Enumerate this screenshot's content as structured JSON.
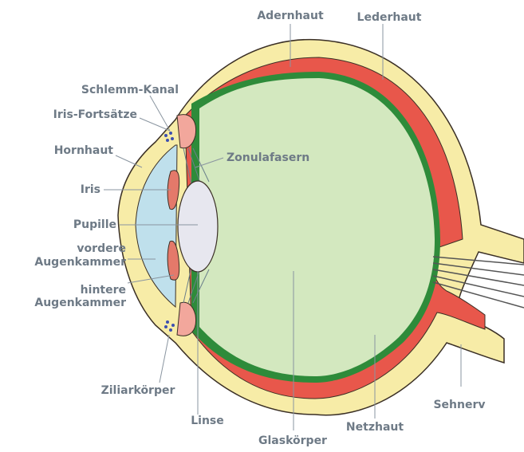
{
  "labels": {
    "adernhaut": "Adernhaut",
    "lederhaut": "Lederhaut",
    "schlemm_kanal": "Schlemm-Kanal",
    "iris_fortsaetze": "Iris-Fortsätze",
    "hornhaut": "Hornhaut",
    "zonulafasern": "Zonulafasern",
    "iris": "Iris",
    "pupille": "Pupille",
    "vordere_line1": "vordere",
    "vordere_line2": "Augenkammer",
    "hintere_line1": "hintere",
    "hintere_line2": "Augenkammer",
    "ziliarkoerper": "Ziliarkörper",
    "sehnerv": "Sehnerv",
    "linse": "Linse",
    "netzhaut": "Netzhaut",
    "glaskoerper": "Glaskörper"
  },
  "colors": {
    "sclera": "#f7eca7",
    "choroid": "#e8574b",
    "retina": "#2e8b3a",
    "vitreous": "#d3e8bf",
    "anterior_chamber": "#bfe0ec",
    "lens": "#e7e7ef",
    "iris": "#e4796a",
    "outline": "#3a2f25",
    "label": "#6e7a86",
    "canal_dots": "#3c4fb0"
  }
}
